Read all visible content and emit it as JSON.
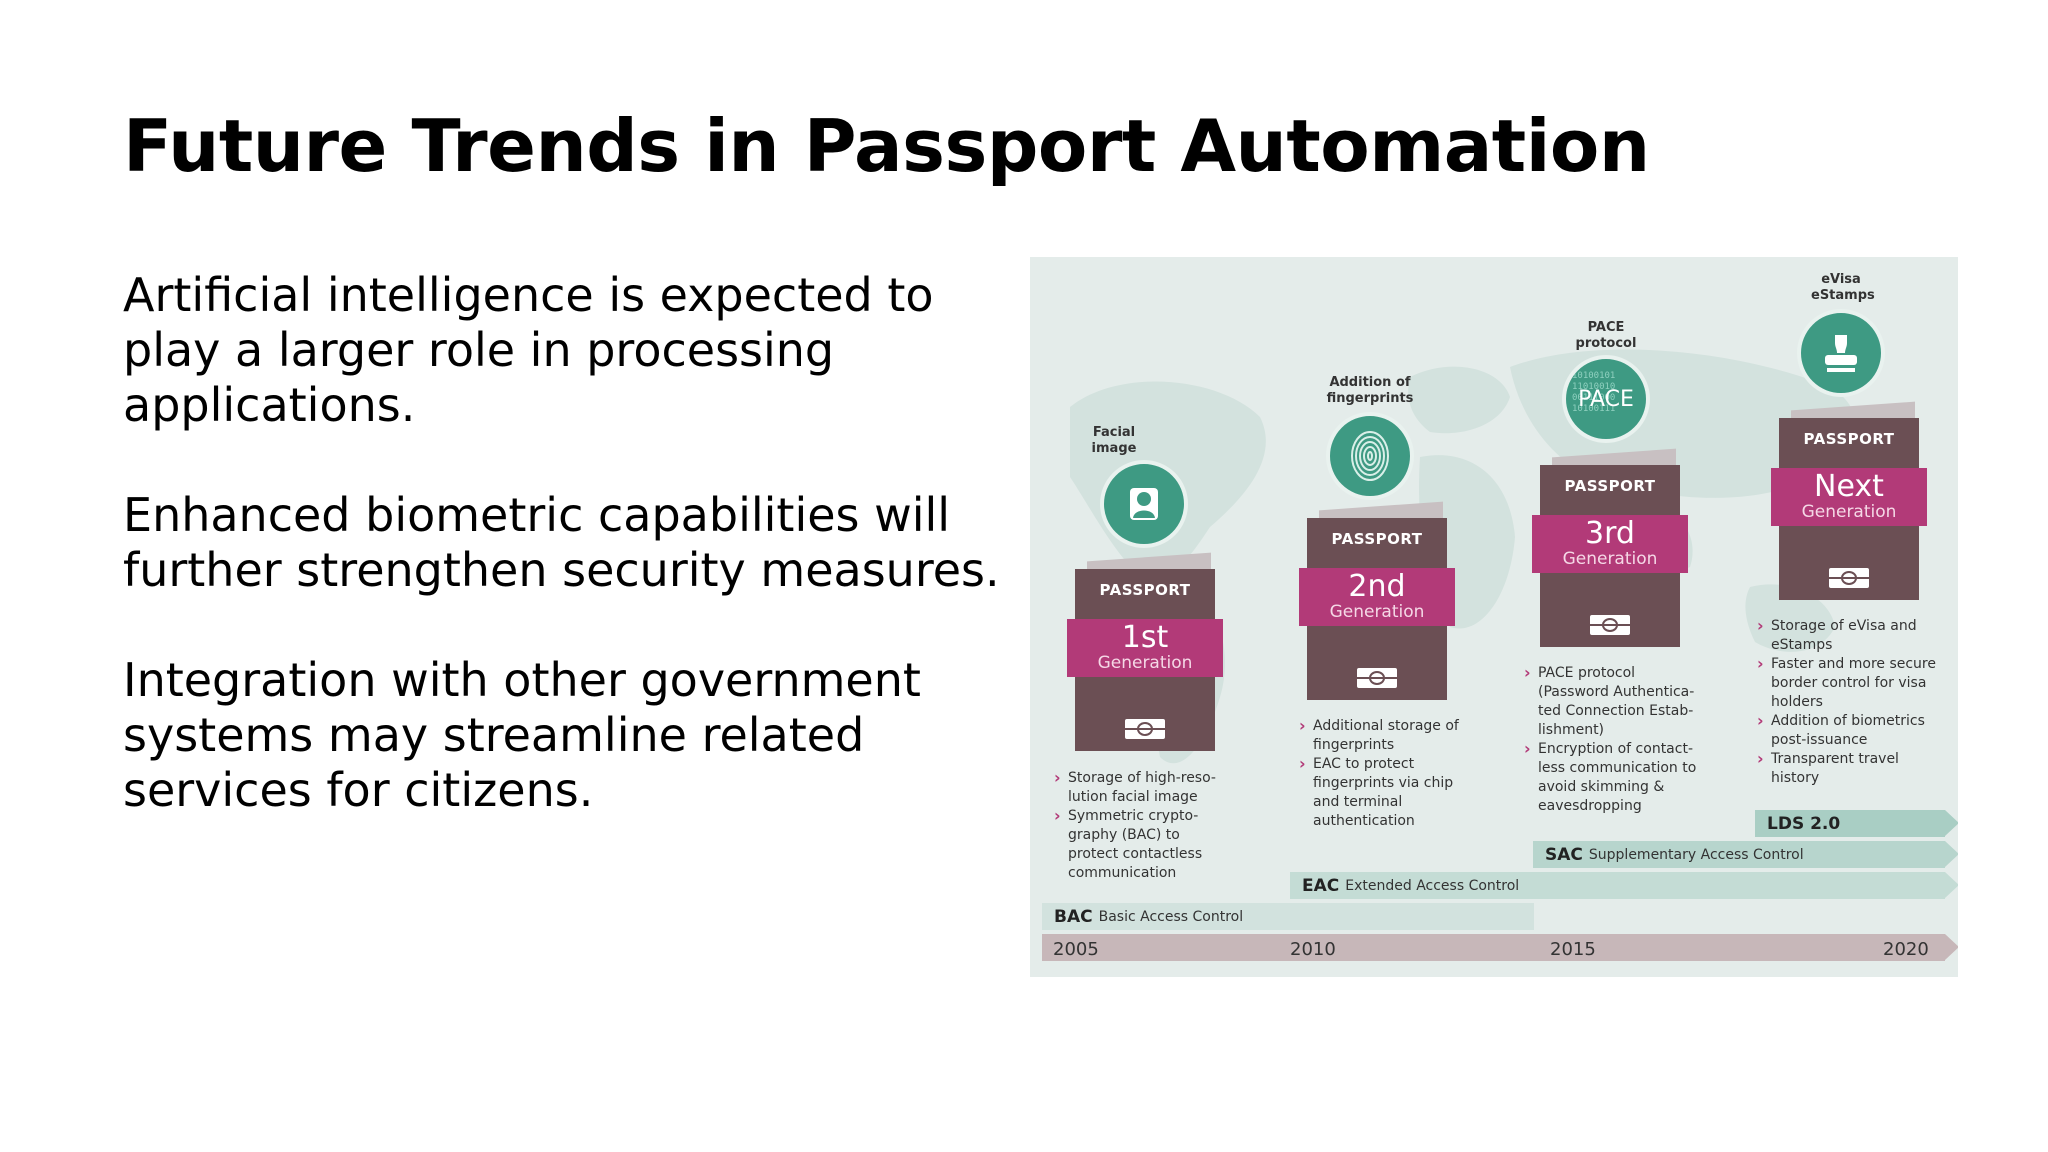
{
  "slide": {
    "title": "Future Trends in Passport Automation",
    "bullets": [
      "Artificial intelligence is expected to play a larger role in processing applications.",
      "Enhanced biometric capabilities will further strengthen security measures.",
      "Integration with other government systems may streamline related services for citizens."
    ]
  },
  "infographic": {
    "generations": [
      {
        "feature_label": "Facial image",
        "icon": "person-icon",
        "passport_label": "PASSPORT",
        "gen": "1st",
        "gen_sub": "Generation",
        "features": [
          "Storage of high-reso-lution facial image",
          "Symmetric crypto-graphy (BAC) to protect contactless communication"
        ]
      },
      {
        "feature_label": "Addition of fingerprints",
        "icon": "fingerprint-icon",
        "passport_label": "PASSPORT",
        "gen": "2nd",
        "gen_sub": "Generation",
        "features": [
          "Additional storage of fingerprints",
          "EAC to protect fingerprints via chip and terminal authentication"
        ]
      },
      {
        "feature_label": "PACE protocol",
        "icon": "pace-icon",
        "icon_text": "PACE",
        "passport_label": "PASSPORT",
        "gen": "3rd",
        "gen_sub": "Generation",
        "features": [
          "PACE protocol (Password Authentica-ted Connection Estab-lishment)",
          "Encryption of contact-less communication to avoid skimming & eavesdropping"
        ]
      },
      {
        "feature_label": "eVisa eStamps",
        "icon": "stamp-icon",
        "passport_label": "PASSPORT",
        "gen": "Next",
        "gen_sub": "Generation",
        "features": [
          "Storage of eVisa and eStamps",
          "Faster and more secure border control for visa holders",
          "Addition of biometrics post-issuance",
          "Transparent travel history"
        ]
      }
    ],
    "bars": [
      {
        "abbr": "LDS 2.0",
        "name": ""
      },
      {
        "abbr": "SAC",
        "name": "Supplementary Access Control"
      },
      {
        "abbr": "EAC",
        "name": "Extended Access Control"
      },
      {
        "abbr": "BAC",
        "name": "Basic Access Control"
      }
    ],
    "years": [
      "2005",
      "2010",
      "2015",
      "2020"
    ],
    "colors": {
      "accent_magenta": "#b23a78",
      "passport_brown": "#6b4f54",
      "icon_green": "#3e9a83",
      "bar_green": "#a9cec4",
      "bar_mauve": "#c7b7b9"
    }
  }
}
